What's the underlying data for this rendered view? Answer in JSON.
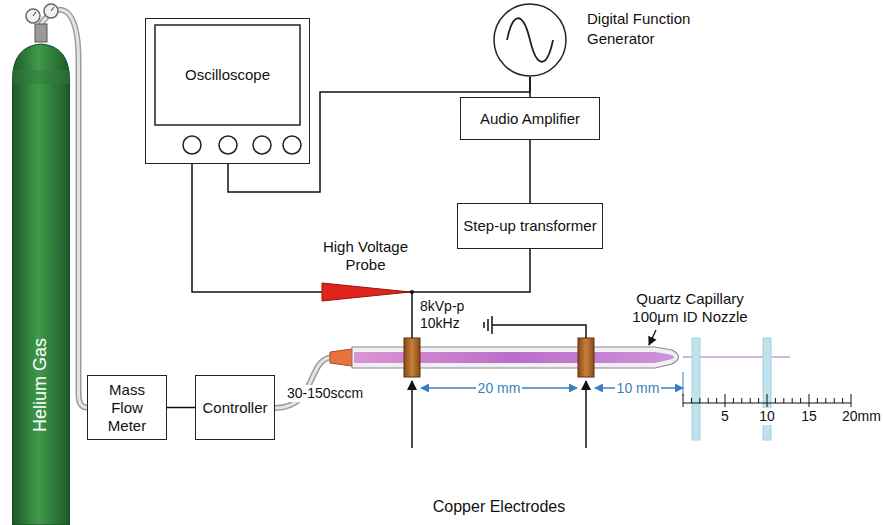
{
  "diagram": {
    "nodes": [
      {
        "text": [
          "Oscilloscope"
        ]
      },
      {
        "text": [
          "Digital Function Generator"
        ]
      },
      {
        "text": [
          "Audio Amplifier"
        ]
      },
      {
        "text": [
          "Step-up transformer"
        ]
      },
      {
        "text": [
          "Helium Gas"
        ]
      },
      {
        "text": [
          "Mass Flow Meter"
        ]
      },
      {
        "text": [
          "Controller"
        ]
      }
    ],
    "edges": [
      {
        "from": 0,
        "to": 1,
        "arrow": "none"
      },
      {
        "from": 1,
        "to": 2,
        "arrow": "none"
      },
      {
        "from": 2,
        "to": 3,
        "arrow": "none"
      },
      {
        "from": 0,
        "to": 3,
        "arrow": "none"
      },
      {
        "from": 4,
        "to": 5,
        "arrow": "none"
      },
      {
        "from": 5,
        "to": 6,
        "arrow": "none"
      }
    ],
    "labels": [
      "High Voltage Probe",
      "8kVp-p 10kHz",
      "30-150sccm",
      "Quartz Capillary 100μm ID Nozzle",
      "20 mm",
      "10 mm",
      "5",
      "10",
      "15",
      "20mm",
      "Copper Electrodes"
    ]
  }
}
